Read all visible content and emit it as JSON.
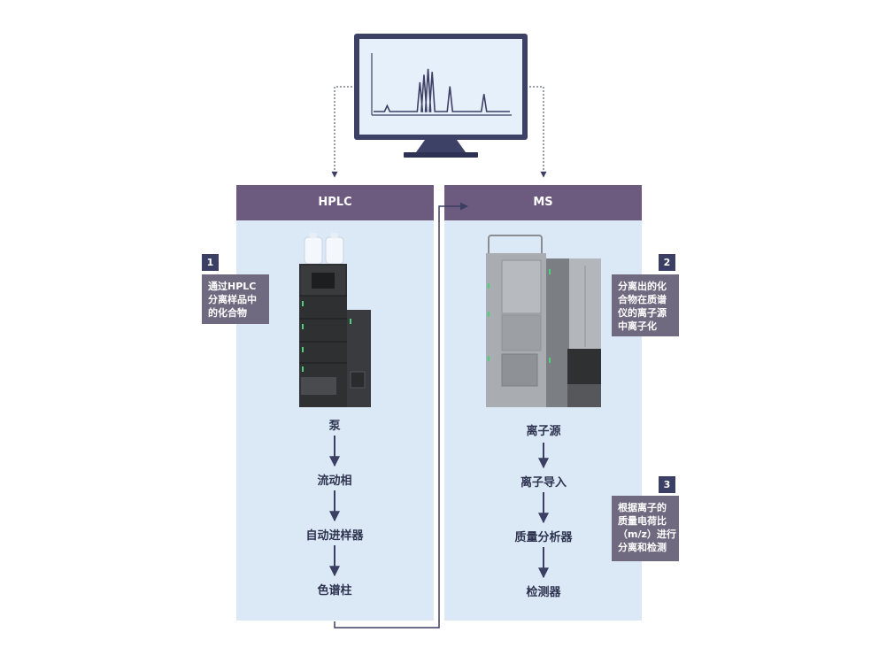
{
  "monitor": {
    "screen_color": "#e6f0fa",
    "frame_color": "#3d4166",
    "peaks": [
      {
        "pos": 0.1,
        "height": 0.1
      },
      {
        "pos": 0.34,
        "height": 0.5
      },
      {
        "pos": 0.37,
        "height": 0.63
      },
      {
        "pos": 0.4,
        "height": 0.73
      },
      {
        "pos": 0.43,
        "height": 0.68
      },
      {
        "pos": 0.56,
        "height": 0.43
      },
      {
        "pos": 0.81,
        "height": 0.3
      }
    ]
  },
  "colors": {
    "panel_header": "#6c5b7e",
    "panel_background": "#dbe9f6",
    "note_background": "#6f6a80",
    "badge": "#3b3f63",
    "arrow": "#3b3f63"
  },
  "hplc": {
    "title": "HPLC",
    "steps": [
      "泵",
      "流动相",
      "自动进样器",
      "色谱柱"
    ]
  },
  "ms": {
    "title": "MS",
    "steps": [
      "离子源",
      "离子导入",
      "质量分析器",
      "检测器"
    ]
  },
  "notes": [
    {
      "number": "1",
      "lines": [
        "通过HPLC",
        "分离样品中",
        "的化合物"
      ]
    },
    {
      "number": "2",
      "lines": [
        "分离出的化",
        "合物在质谱",
        "仪的离子源",
        "中离子化"
      ]
    },
    {
      "number": "3",
      "lines": [
        "根据离子的",
        "质量电荷比",
        "（m/z）进行",
        "分离和检测"
      ]
    }
  ]
}
